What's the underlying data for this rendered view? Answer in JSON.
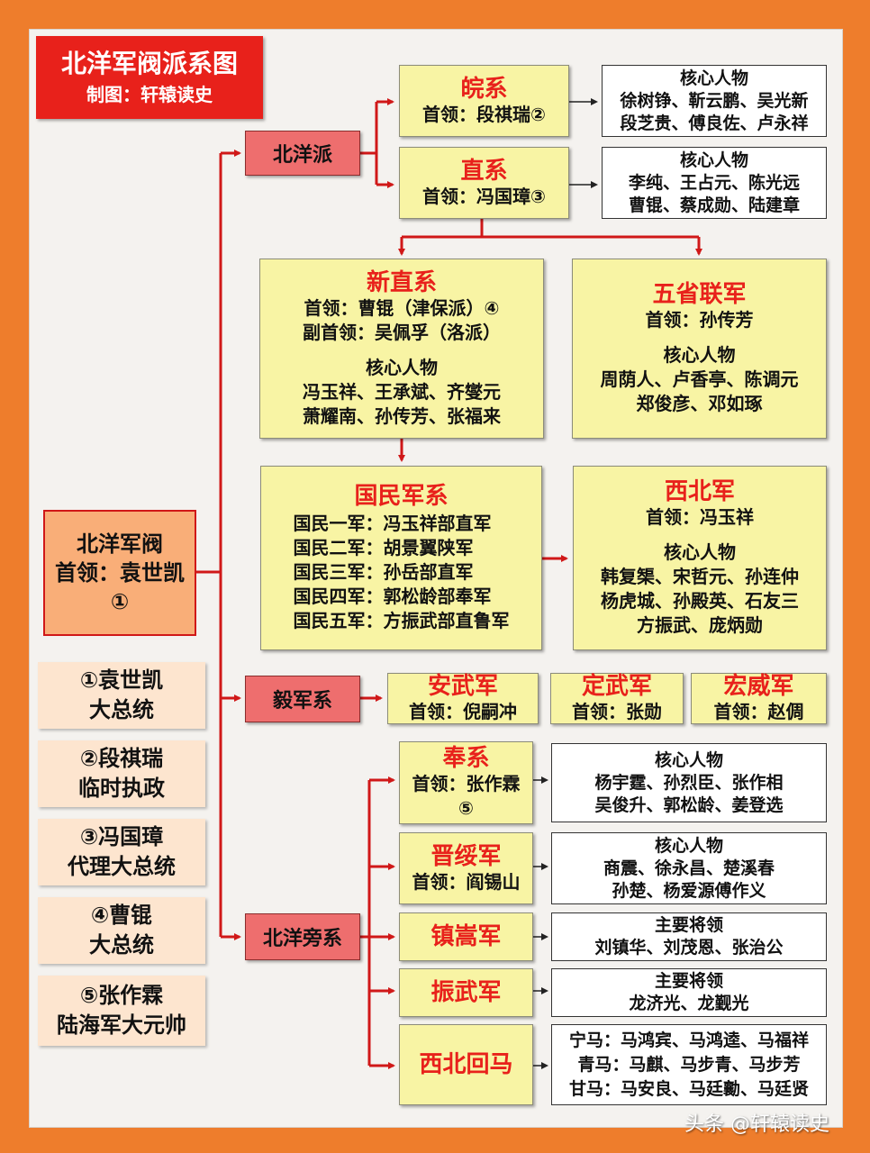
{
  "title": {
    "main": "北洋军阀派系图",
    "sub": "制图：轩辕读史"
  },
  "root": {
    "line1": "北洋军阀",
    "line2": "首领：袁世凯",
    "line3": "①"
  },
  "notes": [
    {
      "line1": "①袁世凯",
      "line2": "大总统"
    },
    {
      "line1": "②段祺瑞",
      "line2": "临时执政"
    },
    {
      "line1": "③冯国璋",
      "line2": "代理大总统"
    },
    {
      "line1": "④曹锟",
      "line2": "大总统"
    },
    {
      "line1": "⑤张作霖",
      "line2": "陆海军大元帅"
    }
  ],
  "branches": {
    "beiyang": "北洋派",
    "yijun": "毅军系",
    "pangxi": "北洋旁系"
  },
  "wan": {
    "name": "皖系",
    "leader": "首领：段祺瑞②",
    "core_title": "核心人物",
    "core1": "徐树铮、靳云鹏、吴光新",
    "core2": "段芝贵、傅良佐、卢永祥"
  },
  "zhi": {
    "name": "直系",
    "leader": "首领：冯国璋③",
    "core_title": "核心人物",
    "core1": "李纯、王占元、陈光远",
    "core2": "曹锟、蔡成勋、陆建章"
  },
  "xinzhi": {
    "name": "新直系",
    "leader": "首领：曹锟（津保派）④",
    "deputy": "副首领：吴佩孚（洛派）",
    "core_title": "核心人物",
    "core1": "冯玉祥、王承斌、齐燮元",
    "core2": "萧耀南、孙传芳、张福来"
  },
  "wusheng": {
    "name": "五省联军",
    "leader": "首领：孙传芳",
    "core_title": "核心人物",
    "core1": "周荫人、卢香亭、陈调元",
    "core2": "郑俊彦、邓如琢"
  },
  "guominjun": {
    "name": "国民军系",
    "armies": [
      "国民一军：冯玉祥部直军",
      "国民二军：胡景翼陕军",
      "国民三军：孙岳部直军",
      "国民四军：郭松龄部奉军",
      "国民五军：方振武部直鲁军"
    ]
  },
  "xibeijun": {
    "name": "西北军",
    "leader": "首领：冯玉祥",
    "core_title": "核心人物",
    "core1": "韩复榘、宋哲元、孙连仲",
    "core2": "杨虎城、孙殿英、石友三",
    "core3": "方振武、庞炳勋"
  },
  "anwu": {
    "name": "安武军",
    "leader": "首领：倪嗣冲"
  },
  "dingwu": {
    "name": "定武军",
    "leader": "首领：张勋"
  },
  "hongwei": {
    "name": "宏威军",
    "leader": "首领：赵倜"
  },
  "feng": {
    "name": "奉系",
    "leader": "首领：张作霖",
    "mark": "⑤",
    "core_title": "核心人物",
    "core1": "杨宇霆、孙烈臣、张作相",
    "core2": "吴俊升、郭松龄、姜登选"
  },
  "jinsui": {
    "name": "晋绥军",
    "leader": "首领：阎锡山",
    "core_title": "核心人物",
    "core1": "商震、徐永昌、楚溪春",
    "core2": "孙楚、杨爱源傅作义"
  },
  "zhensong": {
    "name": "镇嵩军",
    "core_title": "主要将领",
    "core1": "刘镇华、刘茂恩、张治公"
  },
  "zhenwu": {
    "name": "振武军",
    "core_title": "主要将领",
    "core1": "龙济光、龙觐光"
  },
  "huima": {
    "name": "西北回马",
    "lines": [
      "宁马：马鸿宾、马鸿逵、马福祥",
      "青马：马麒、马步青、马步芳",
      "甘马：马安良、马廷勷、马廷贤"
    ]
  },
  "watermark": "头条 @轩辕读史",
  "colors": {
    "border": "#ee7d2c",
    "title_bg": "#e8211b",
    "yellow": "#f8f4a4",
    "pink": "#ee6e6e",
    "peach": "#fde5cf",
    "line": "#d01818",
    "accent_text": "#e8211b"
  }
}
